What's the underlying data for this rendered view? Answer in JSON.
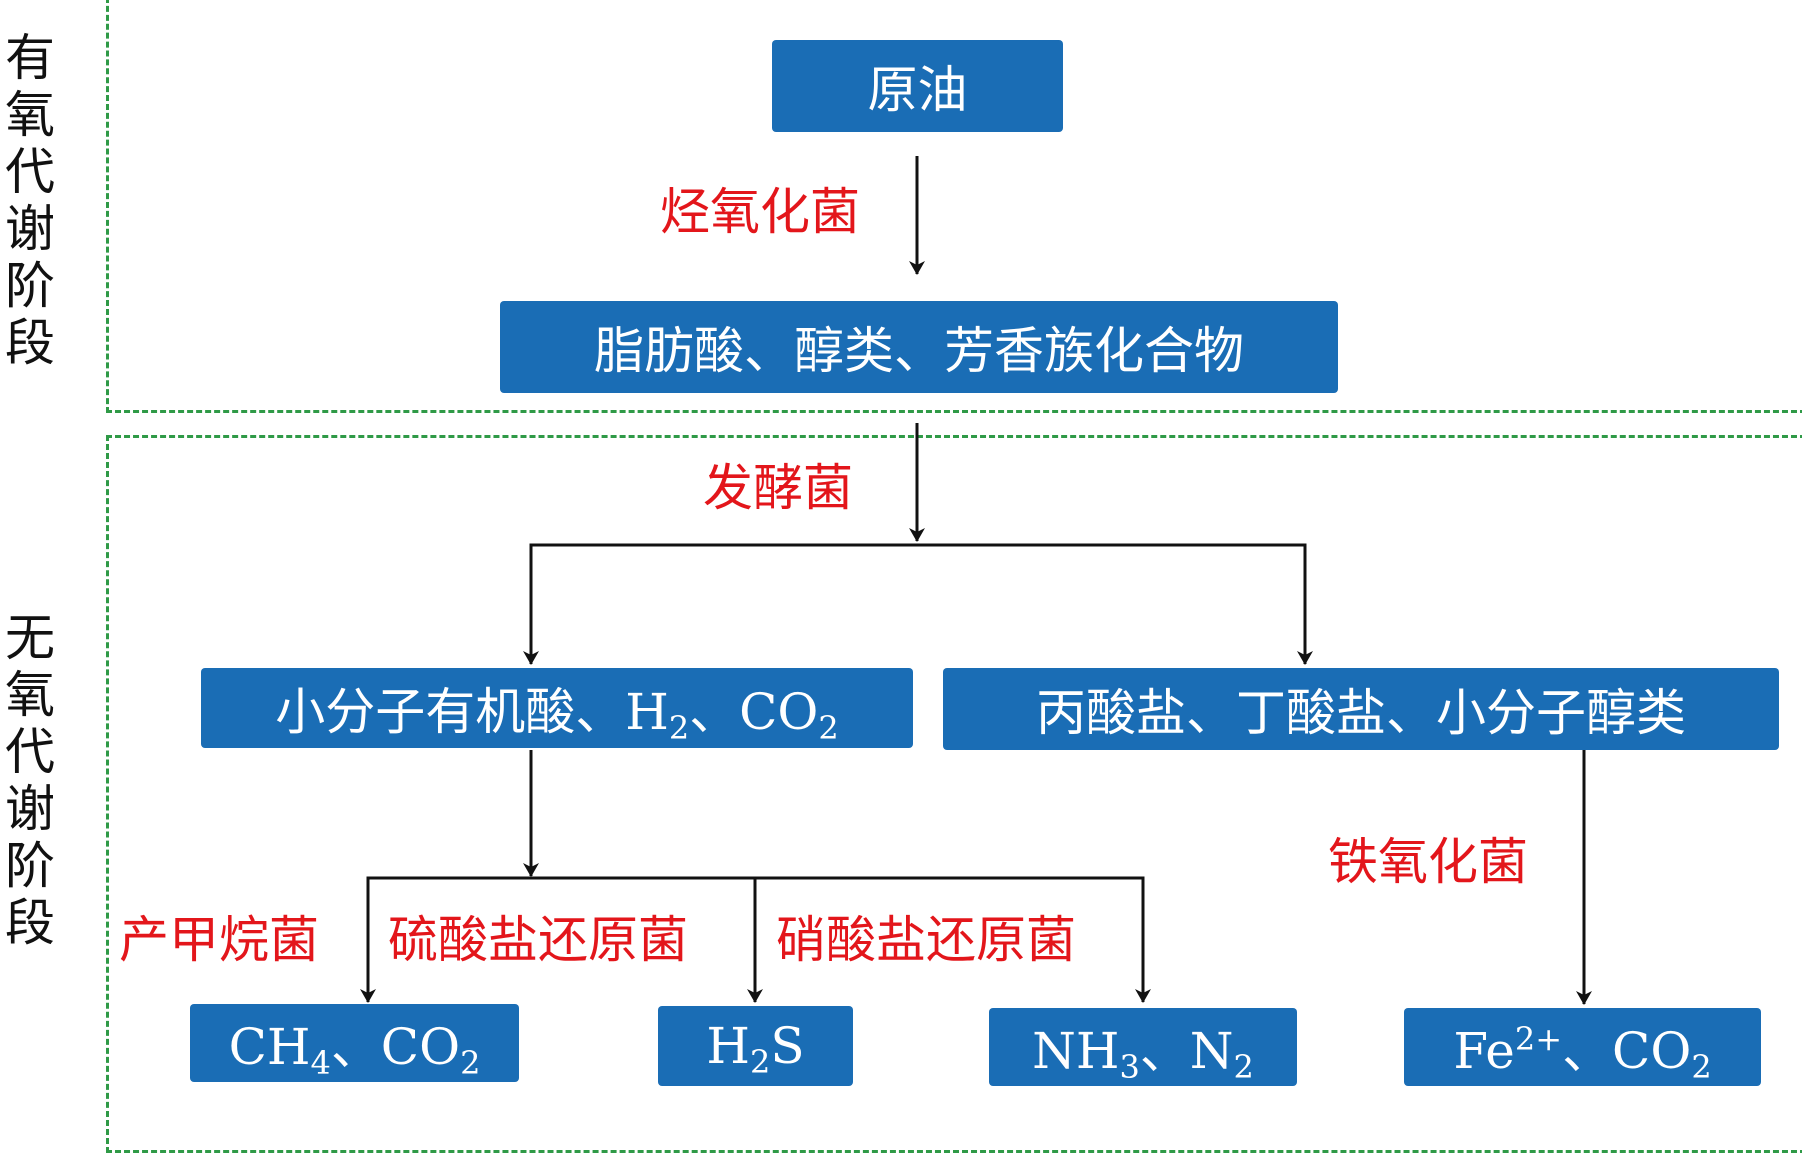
{
  "stages": {
    "aerobic": "有\n氧\n代\n谢\n阶\n段",
    "anaerobic": "无\n氧\n代\n谢\n阶\n段"
  },
  "nodes": {
    "crude_oil": "原油",
    "fatty_acids": "脂肪酸、醇类、芳香族化合物",
    "organic_acids": {
      "prefix": "小分子有机酸、H",
      "sub1": "2",
      "mid": "、CO",
      "sub2": "2"
    },
    "propionate": "丙酸盐、丁酸盐、小分子醇类",
    "ch4": {
      "prefix": "CH",
      "sub1": "4",
      "mid": "、CO",
      "sub2": "2"
    },
    "h2s": {
      "prefix": "H",
      "sub1": "2",
      "suffix": "S"
    },
    "nh3": {
      "prefix": "NH",
      "sub1": "3",
      "mid": "、N",
      "sub2": "2"
    },
    "fe": {
      "prefix": "Fe",
      "sup1": "2+",
      "mid": "、CO",
      "sub2": "2"
    }
  },
  "bacteria": {
    "hydrocarbon_oxidizing": "烃氧化菌",
    "fermentative": "发酵菌",
    "methanogen": "产甲烷菌",
    "sulfate_reducing": "硫酸盐还原菌",
    "nitrate_reducing": "硝酸盐还原菌",
    "iron_oxidizing": "铁氧化菌"
  },
  "colors": {
    "node_fill": "#1a6db5",
    "bacteria_text": "#e3161b",
    "zone_border": "#2f9a47",
    "arrow": "#111111"
  }
}
